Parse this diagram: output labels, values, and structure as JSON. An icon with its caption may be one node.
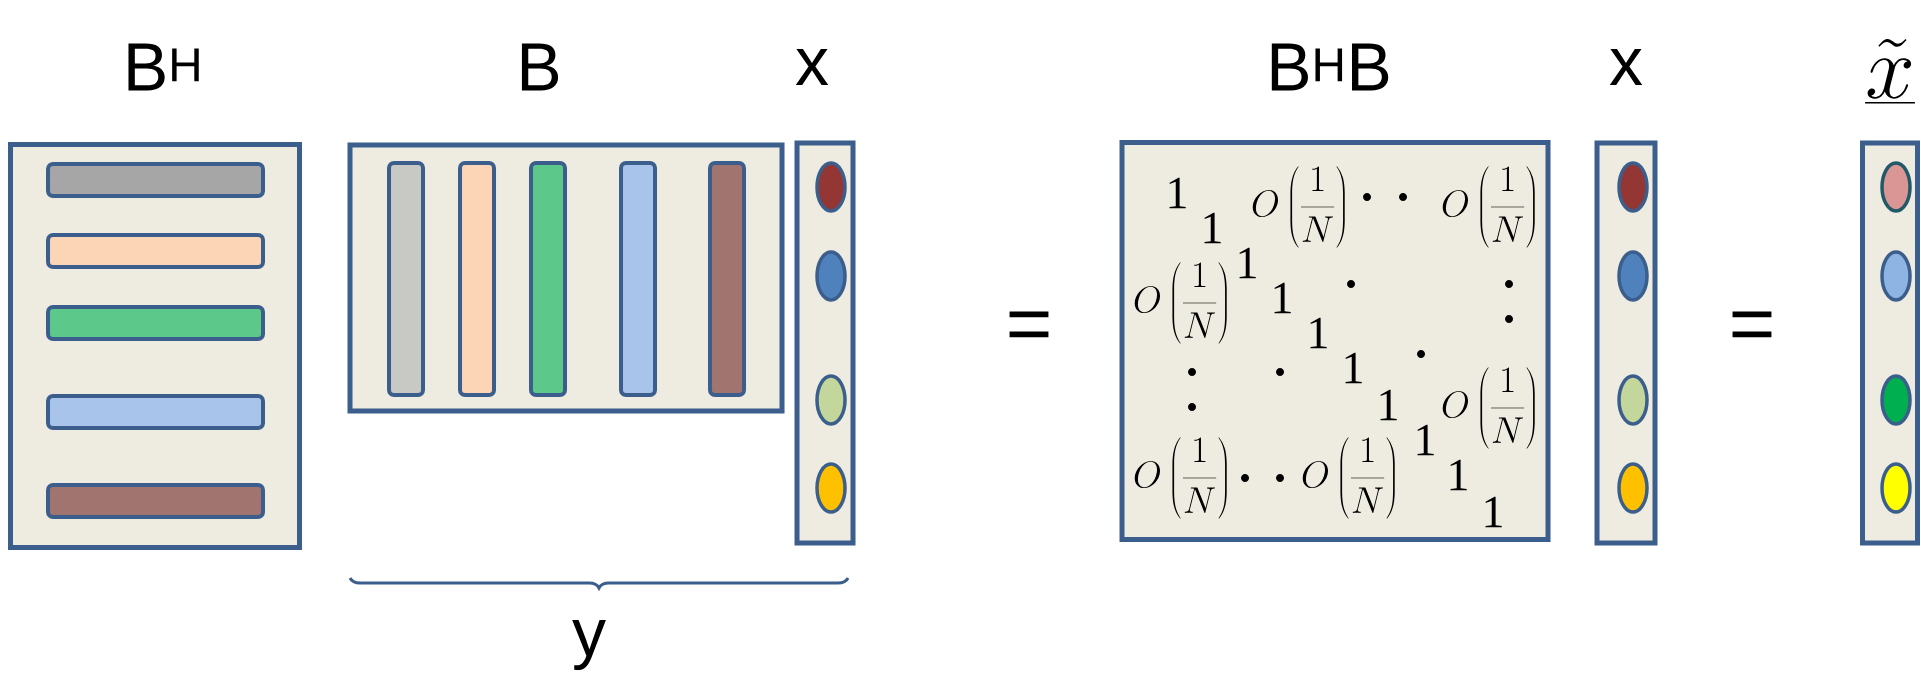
{
  "diagram": {
    "nodes": [
      {
        "text": [
          "B$^{H}$"
        ]
      },
      {
        "text": [
          "B"
        ]
      },
      {
        "text": [
          "x"
        ]
      },
      {
        "text": [
          "B$^{H}$B",
          "1",
          "1",
          "O\\left(\\frac{1}{N}\\right)",
          "O\\left(\\frac{1}{N}\\right)",
          "1",
          "1",
          "O\\left(\\frac{1}{N}\\right)",
          "1",
          "1",
          "1",
          "1",
          "O\\left(\\frac{1}{N}\\right)",
          "O\\left(\\frac{1}{N}\\right)",
          "O\\left(\\frac{1}{N}\\right)",
          "1",
          "1"
        ]
      },
      {
        "text": [
          "x"
        ]
      },
      {
        "text": [
          "\\underline{\\tilde{x}}"
        ]
      }
    ],
    "labels": [
      "=",
      "=",
      "y"
    ]
  }
}
